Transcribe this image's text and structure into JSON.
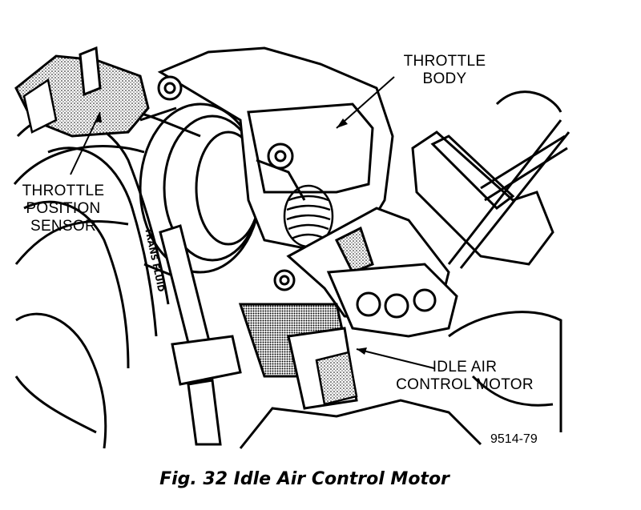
{
  "labels": {
    "throttle_body": [
      "THROTTLE",
      "BODY"
    ],
    "throttle_position_sensor": [
      "THROTTLE",
      "POSITION",
      "SENSOR"
    ],
    "idle_air_control_motor": [
      "IDLE AIR",
      "CONTROL MOTOR"
    ],
    "hose_marking": "TRANS FLUID"
  },
  "figure_number": "9514-79",
  "caption": "Fig. 32 Idle Air Control Motor",
  "colors": {
    "ink": "#000000",
    "paper": "#ffffff"
  }
}
